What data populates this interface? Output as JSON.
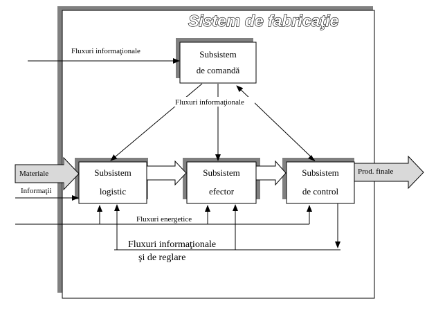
{
  "title": "Sistem de fabricaţie",
  "labels": {
    "flux_info_in": "Fluxuri informaţionale",
    "flux_info_mid": "Fluxuri informaţionale",
    "materiale": "Materiale",
    "informatii": "Informaţii",
    "prod_finale": "Prod. finale",
    "flux_energetice": "Fluxuri energetice",
    "flux_reglare_1": "Fluxuri informaţionale",
    "flux_reglare_2": "şi de reglare"
  },
  "boxes": {
    "comanda": {
      "line1": "Subsistem",
      "line2": "de comandă"
    },
    "logistic": {
      "line1": "Subsistem",
      "line2": "logistic"
    },
    "efector": {
      "line1": "Subsistem",
      "line2": "efector"
    },
    "control": {
      "line1": "Subsistem",
      "line2": "de control"
    }
  },
  "colors": {
    "shadow": "#808080",
    "arrow_fill": "#d9d9d9",
    "line": "#000000"
  }
}
